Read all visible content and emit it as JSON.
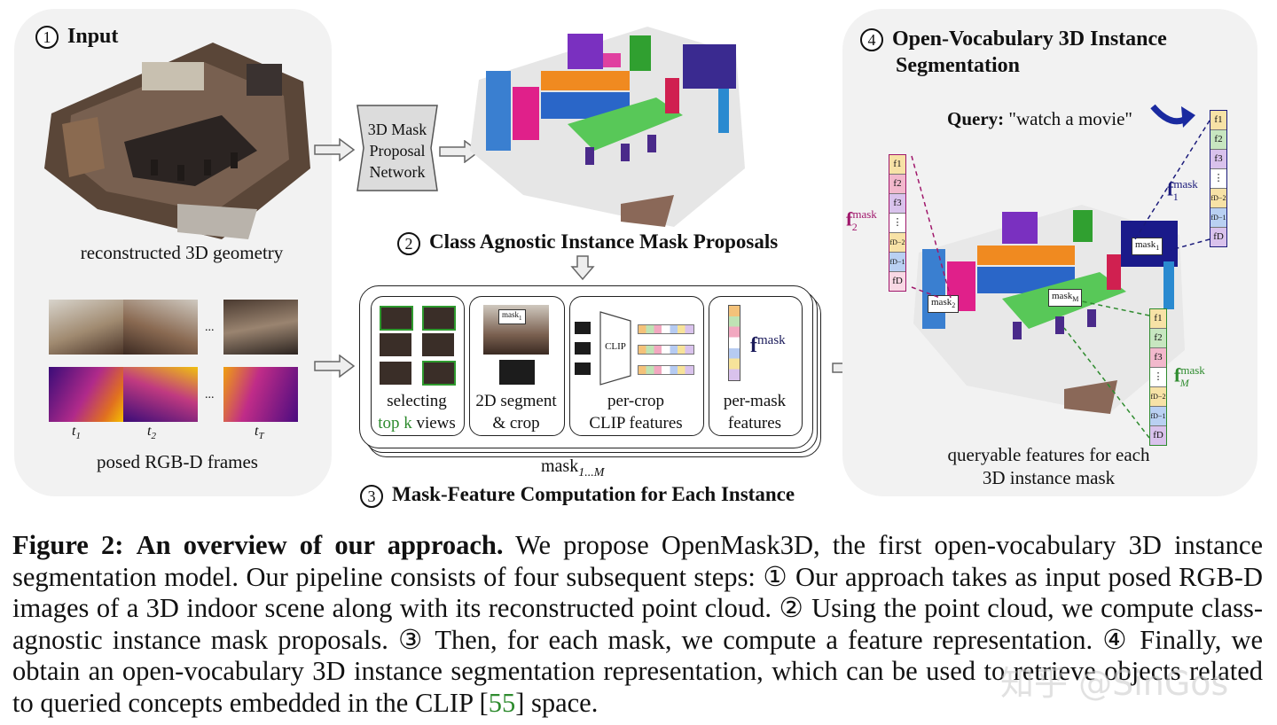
{
  "panels": {
    "input": {
      "num": "1",
      "title": "Input",
      "geometry_label": "reconstructed 3D geometry",
      "frames_label": "posed RGB-D frames",
      "dots": "...",
      "t1": "t",
      "t1_sub": "1",
      "t2": "t",
      "t2_sub": "2",
      "tT": "t",
      "tT_sub": "T"
    },
    "network": {
      "line1": "3D Mask",
      "line2": "Proposal",
      "line3": "Network"
    },
    "proposals": {
      "num": "2",
      "title": "Class Agnostic Instance Mask Proposals"
    },
    "computation": {
      "num": "3",
      "title": "Mask-Feature Computation for Each Instance",
      "mask_label": "mask",
      "mask_sub": "1...M",
      "card1_line1": "selecting",
      "card1_topk": "top k",
      "card1_views": "views",
      "card2_line1": "2D segment",
      "card2_line2": "& crop",
      "card3_line1": "per-crop",
      "card3_line2": "CLIP features",
      "clip_label": "CLIP",
      "mask1_label": "mask",
      "mask1_sub": "1",
      "fmask": "f",
      "fmask_sup": "mask",
      "card4_line1": "per-mask",
      "card4_line2": "features"
    },
    "output": {
      "num": "4",
      "title_line1": "Open-Vocabulary 3D Instance",
      "title_line2": "Segmentation",
      "query_label": "Query:",
      "query_text": "\"watch a movie\"",
      "f1": "f",
      "f1_sup": "mask",
      "f1_sub": "1",
      "f2": "f",
      "f2_sup": "mask",
      "f2_sub": "2",
      "fM": "f",
      "fM_sup": "mask",
      "fM_sub": "M",
      "tag_mask1": "mask",
      "tag_mask1_sub": "1",
      "tag_mask2": "mask",
      "tag_mask2_sub": "2",
      "tag_maskM": "mask",
      "tag_maskM_sub": "M",
      "bottom_line1": "queryable features for each",
      "bottom_line2": "3D instance mask",
      "vec_cells": [
        "f1",
        "f2",
        "f3",
        "⋮",
        "fD−2",
        "fD−1",
        "fD"
      ]
    }
  },
  "caption": {
    "figure": "Figure 2:",
    "headline": "An overview of our approach.",
    "part1": "We propose OpenMask3D, the first open-vocabulary 3D instance segmentation model. Our pipeline consists of four subsequent steps: ",
    "c1": "①",
    "part2": " Our approach takes as input posed RGB-D images of a 3D indoor scene along with its reconstructed point cloud. ",
    "c2": "②",
    "part3": " Using the point cloud, we compute class-agnostic instance mask proposals. ",
    "c3": "③",
    "part4": " Then, for each mask, we compute a feature representation. ",
    "c4": "④",
    "part5": " Finally, we obtain an open-vocabulary 3D instance segmentation representation, which can be used to retrieve objects related to queried concepts embedded in the CLIP [",
    "ref": "55",
    "part6": "] space."
  },
  "watermark": "知乎 @SinGos",
  "colors": {
    "green": "#2e8b2e",
    "magenta": "#a0176b",
    "navy": "#1a1a7a",
    "panel_bg": "#f2f2f2"
  }
}
